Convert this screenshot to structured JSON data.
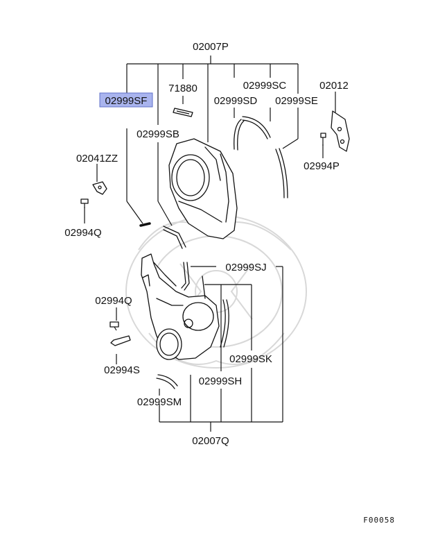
{
  "labels": {
    "p02007P": "02007P",
    "p71880": "71880",
    "p02999SC": "02999SC",
    "p02012": "02012",
    "p02999SF": "02999SF",
    "p02999SD": "02999SD",
    "p02999SE": "02999SE",
    "p02999SB": "02999SB",
    "p02041ZZ": "02041ZZ",
    "p02994P": "02994P",
    "p02994Q_upper": "02994Q",
    "p02999SJ": "02999SJ",
    "p02994Q_lower": "02994Q",
    "p02999SK": "02999SK",
    "p02994S": "02994S",
    "p02999SH": "02999SH",
    "p02999SM": "02999SM",
    "p02007Q": "02007Q",
    "figure_code": "F00058"
  },
  "highlighted_part": "02999SF",
  "colors": {
    "highlight_fill": "#a9b4ee",
    "line": "#111111",
    "watermark": "#d8d8d8"
  }
}
